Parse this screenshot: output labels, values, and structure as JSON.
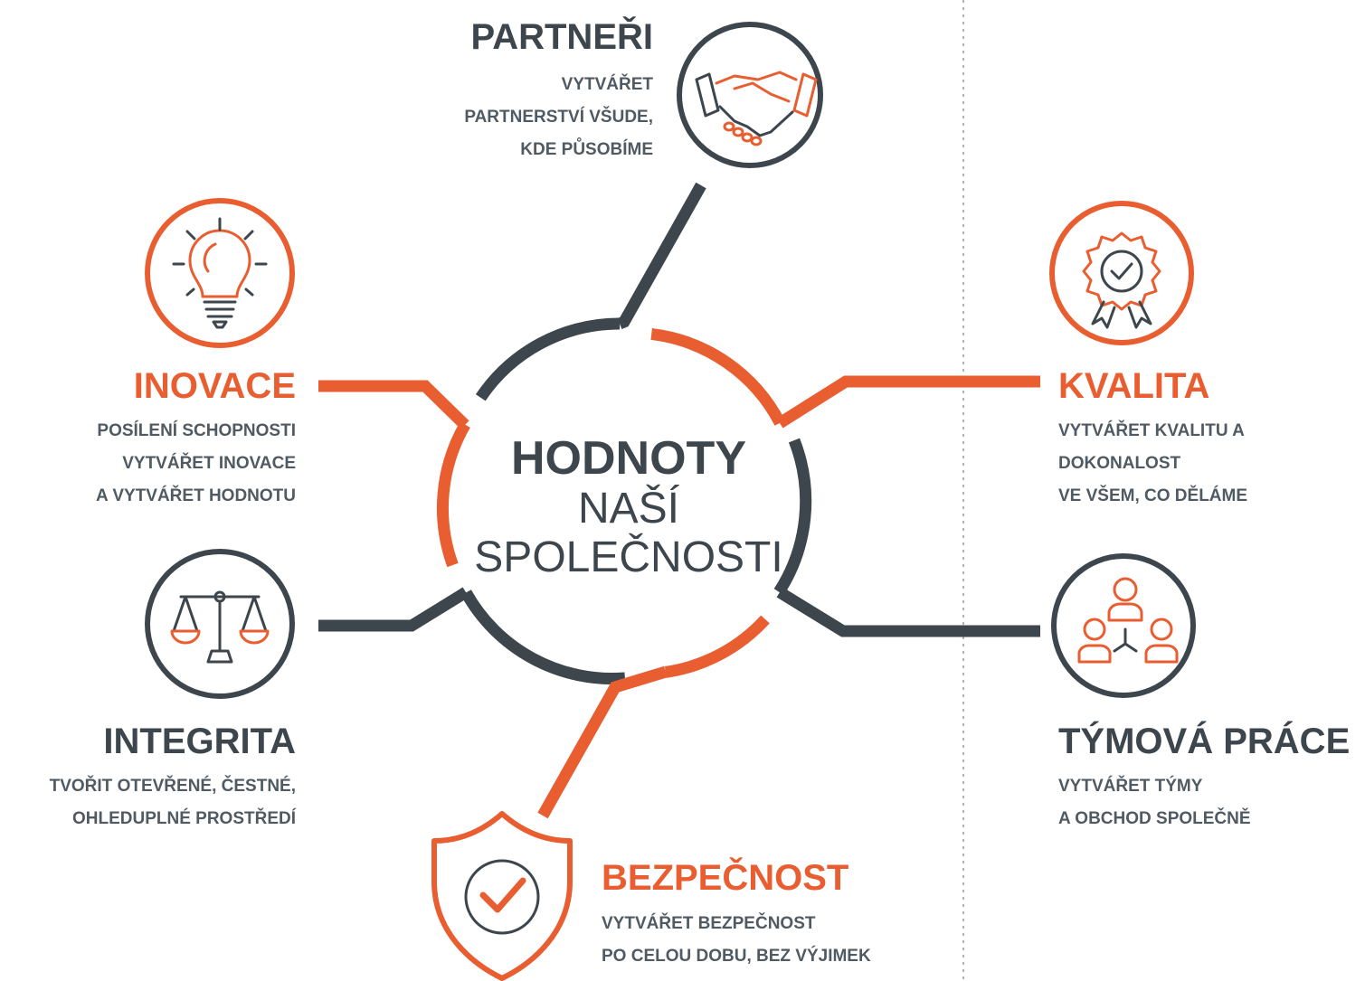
{
  "center": {
    "title_bold": "HODNOTY",
    "title_line2": "NAŠÍ",
    "title_line3": "SPOLEČNOSTI"
  },
  "values": {
    "partneri": {
      "title": "PARTNEŘI",
      "lines": [
        "VYTVÁŘET",
        "PARTNERSTVÍ VŠUDE,",
        "KDE PŮSOBÍME"
      ],
      "icon": "handshake-icon"
    },
    "inovace": {
      "title": "INOVACE",
      "lines": [
        "POSÍLENÍ SCHOPNOSTI",
        "VYTVÁŘET INOVACE",
        "A VYTVÁŘET HODNOTU"
      ],
      "icon": "lightbulb-icon"
    },
    "integrita": {
      "title": "INTEGRITA",
      "lines": [
        "TVOŘIT OTEVŘENÉ, ČESTNÉ,",
        "OHLEDUPLNÉ PROSTŘEDÍ"
      ],
      "icon": "scales-icon"
    },
    "bezpecnost": {
      "title": "BEZPEČNOST",
      "lines": [
        "VYTVÁŘET BEZPEČNOST",
        "PO CELOU DOBU, BEZ VÝJIMEK"
      ],
      "icon": "shield-check-icon"
    },
    "kvalita": {
      "title": "KVALITA",
      "lines": [
        "VYTVÁŘET KVALITU A",
        "DOKONALOST",
        "VE VŠEM, CO DĚLÁME"
      ],
      "icon": "award-badge-icon"
    },
    "tymova_prace": {
      "title": "TÝMOVÁ PRÁCE",
      "lines": [
        "VYTVÁŘET TÝMY",
        "A OBCHOD SPOLEČNĚ"
      ],
      "icon": "team-icon"
    }
  },
  "colors": {
    "orange": "#e95e30",
    "dark": "#3d464d",
    "text": "#505a62",
    "divider": "#b0b4b8"
  }
}
